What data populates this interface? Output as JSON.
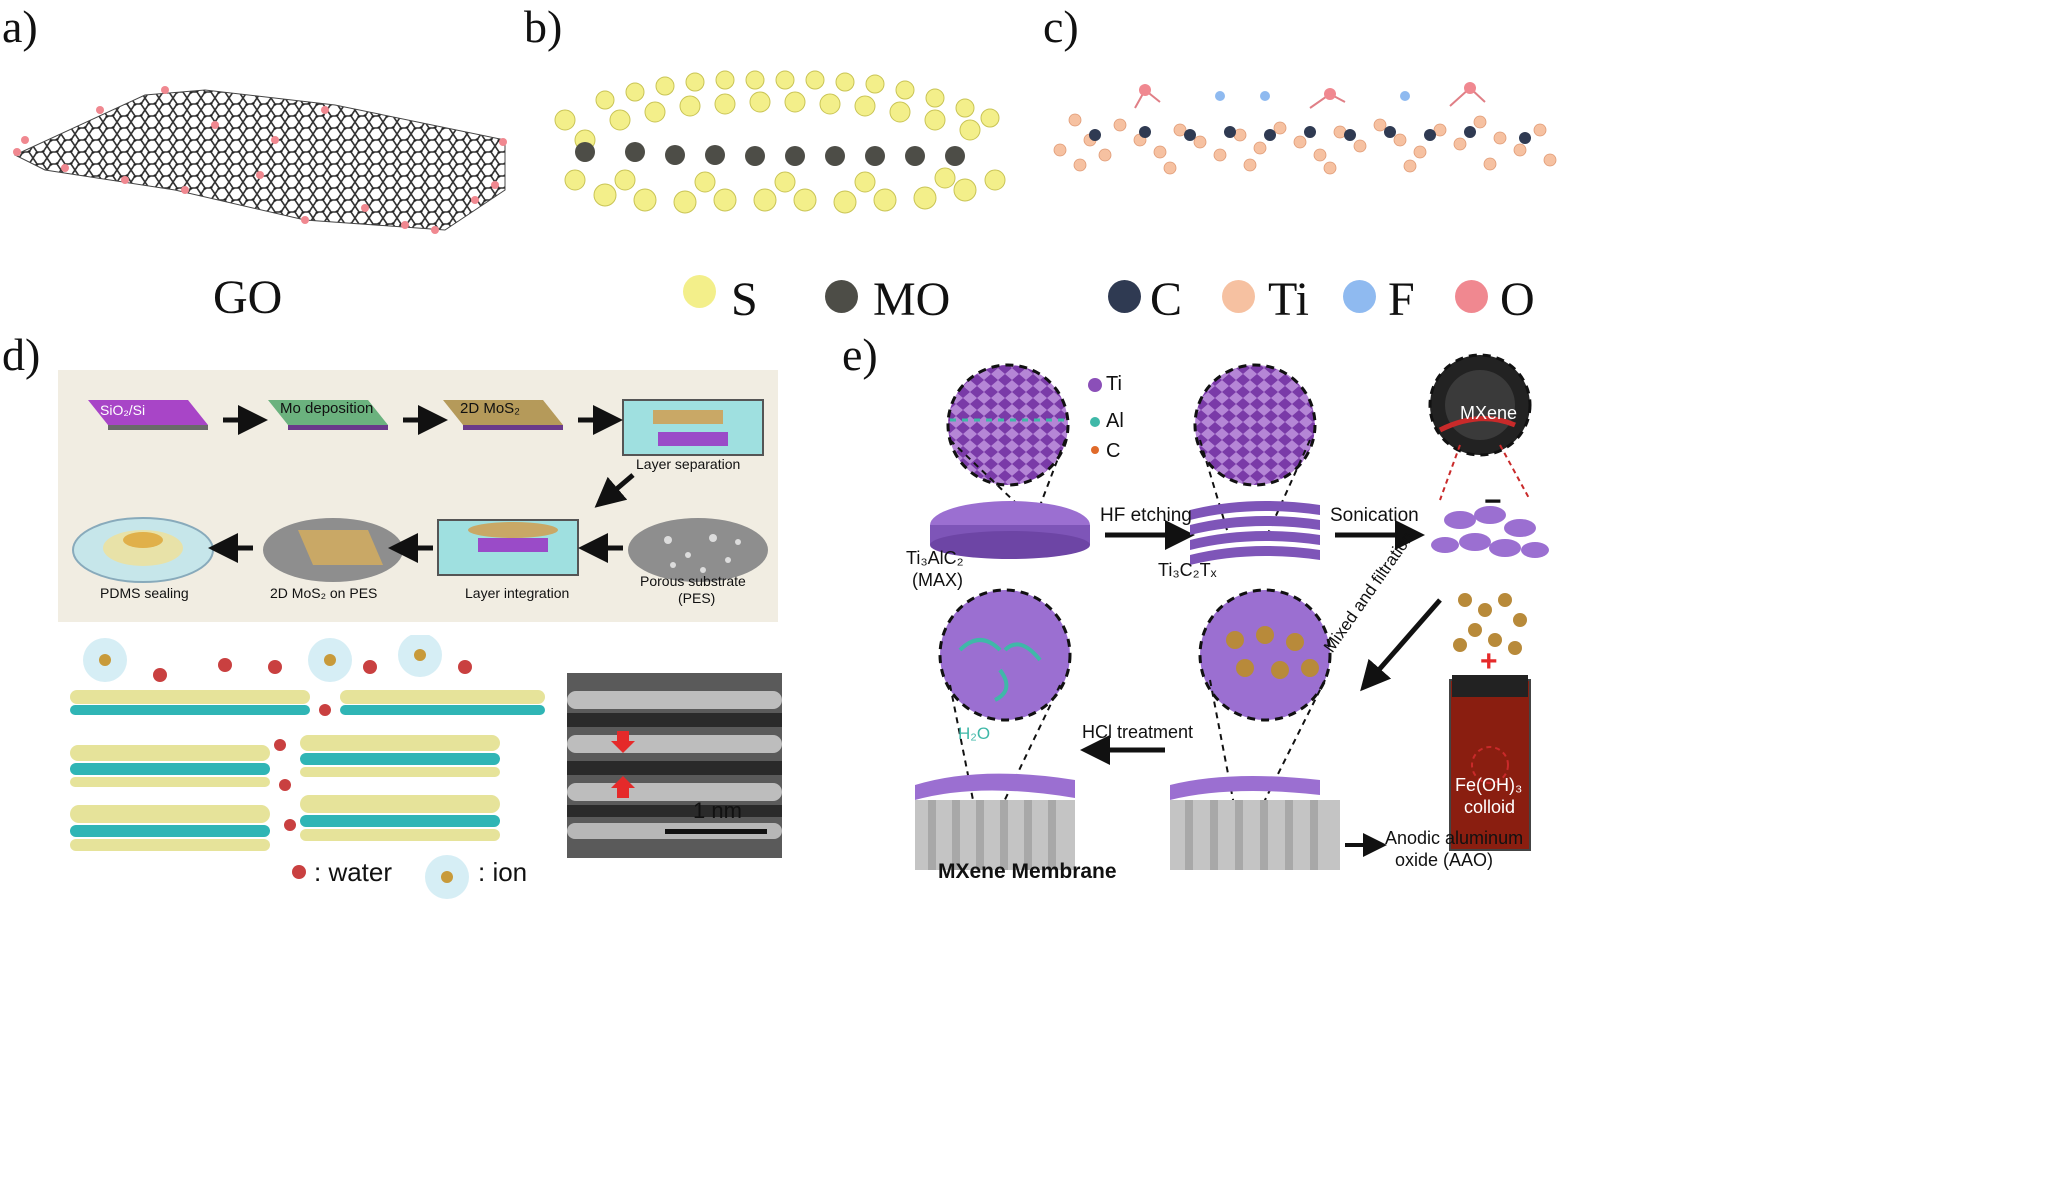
{
  "panels": {
    "a": {
      "label": "a)",
      "caption": "GO"
    },
    "b": {
      "label": "b)",
      "legend": [
        "S",
        "MO"
      ]
    },
    "c": {
      "label": "c)",
      "legend": [
        "C",
        "Ti",
        "F",
        "O"
      ]
    },
    "d": {
      "label": "d)",
      "steps": {
        "sio2": "SiO₂/Si",
        "mo_dep": "Mo deposition",
        "mos2": "2D MoS₂",
        "layer_sep": "Layer separation",
        "porous": "Porous substrate",
        "pes": "(PES)",
        "layer_int": "Layer integration",
        "mos2_pes": "2D MoS₂ on PES",
        "pdms": "PDMS sealing"
      },
      "legend": {
        "water": ": water",
        "ion": ": ion"
      },
      "scale": "1 nm"
    },
    "e": {
      "label": "e)",
      "legend": [
        "Ti",
        "Al",
        "C"
      ],
      "texts": {
        "max1": "Ti₃AlC₂",
        "max2": "(MAX)",
        "hf": "HF etching",
        "ti3c2": "Ti₃C₂Tₓ",
        "sonication": "Sonication",
        "mxene": "MXene",
        "minus": "−",
        "plus": "+",
        "mixed": "Mixed and filtration",
        "feoh": "Fe(OH)₃",
        "colloid": "colloid",
        "hcl": "HCl treatment",
        "h2o": "H₂O",
        "membrane": "MXene Membrane",
        "aao1": "Anodic aluminum",
        "aao2": "oxide (AAO)"
      }
    }
  },
  "colors": {
    "S": "#f3ef8a",
    "MO": "#4d4d47",
    "C": "#2f3a52",
    "Ti": "#f6c1a1",
    "F": "#8fbaf0",
    "O": "#f08890",
    "purple": "#8b4fb8",
    "teal": "#3fb8a8"
  }
}
